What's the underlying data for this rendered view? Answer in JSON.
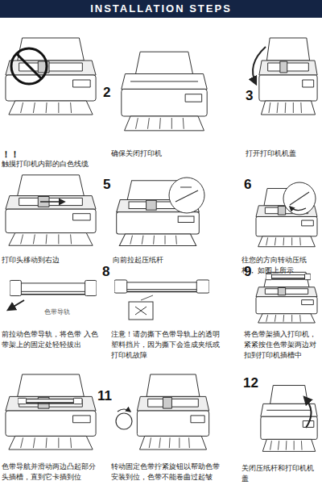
{
  "diagram": {
    "title": "INSTALLATION STEPS",
    "labels": [
      "！！",
      "触摸打印机内部的白色线缆",
      "2",
      "确保关闭打印机",
      "3",
      "打开打印机机盖",
      "打印头移动到右边",
      "5",
      "向前拉起压纸杆",
      "6",
      "往您的方向转动压纸杆， 如图上所示",
      "色带导轨",
      "前拉动色带导轨，将色带 入色带架上的固定处轻轻拔出",
      "8",
      "注意！请勿撕下色带导轨上的透明 塑料挡片，因为撕下会造成夹纸或 打印机故障",
      "9",
      "将色带架插入打印机， 紧紧按住色带架两边对 扣到打印机插槽中",
      "色带导航并滑动两边凸起部分 头插槽，直到它卡插到位",
      "11",
      "转动固定色带拧紧旋钮以帮助色带 安装到位，色带不能卷曲过起皱",
      "12",
      "关闭压纸杆和打印机机盖"
    ]
  }
}
